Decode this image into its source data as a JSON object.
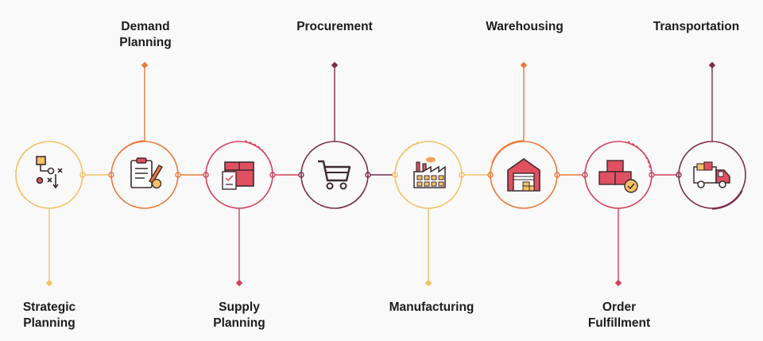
{
  "stages": [
    {
      "label": "Strategic\nPlanning",
      "icon": "flowchart-icon",
      "color": "#f3c266",
      "label_side": "bottom"
    },
    {
      "label": "Demand\nPlanning",
      "icon": "clipboard-icon",
      "color": "#ec7a38",
      "label_side": "top"
    },
    {
      "label": "Supply\nPlanning",
      "icon": "boxes-icon",
      "color": "#d3415a",
      "label_side": "bottom"
    },
    {
      "label": "Procurement",
      "icon": "shopping-cart-icon",
      "color": "#7c2d4d",
      "label_side": "top"
    },
    {
      "label": "Manufacturing",
      "icon": "factory-icon",
      "color": "#f3c266",
      "label_side": "bottom"
    },
    {
      "label": "Warehousing",
      "icon": "warehouse-icon",
      "color": "#ec7a38",
      "label_side": "top"
    },
    {
      "label": "Order\nFulfillment",
      "icon": "packages-check-icon",
      "color": "#d3415a",
      "label_side": "bottom"
    },
    {
      "label": "Transportation",
      "icon": "delivery-truck-icon",
      "color": "#7c2d4d",
      "label_side": "top"
    }
  ]
}
